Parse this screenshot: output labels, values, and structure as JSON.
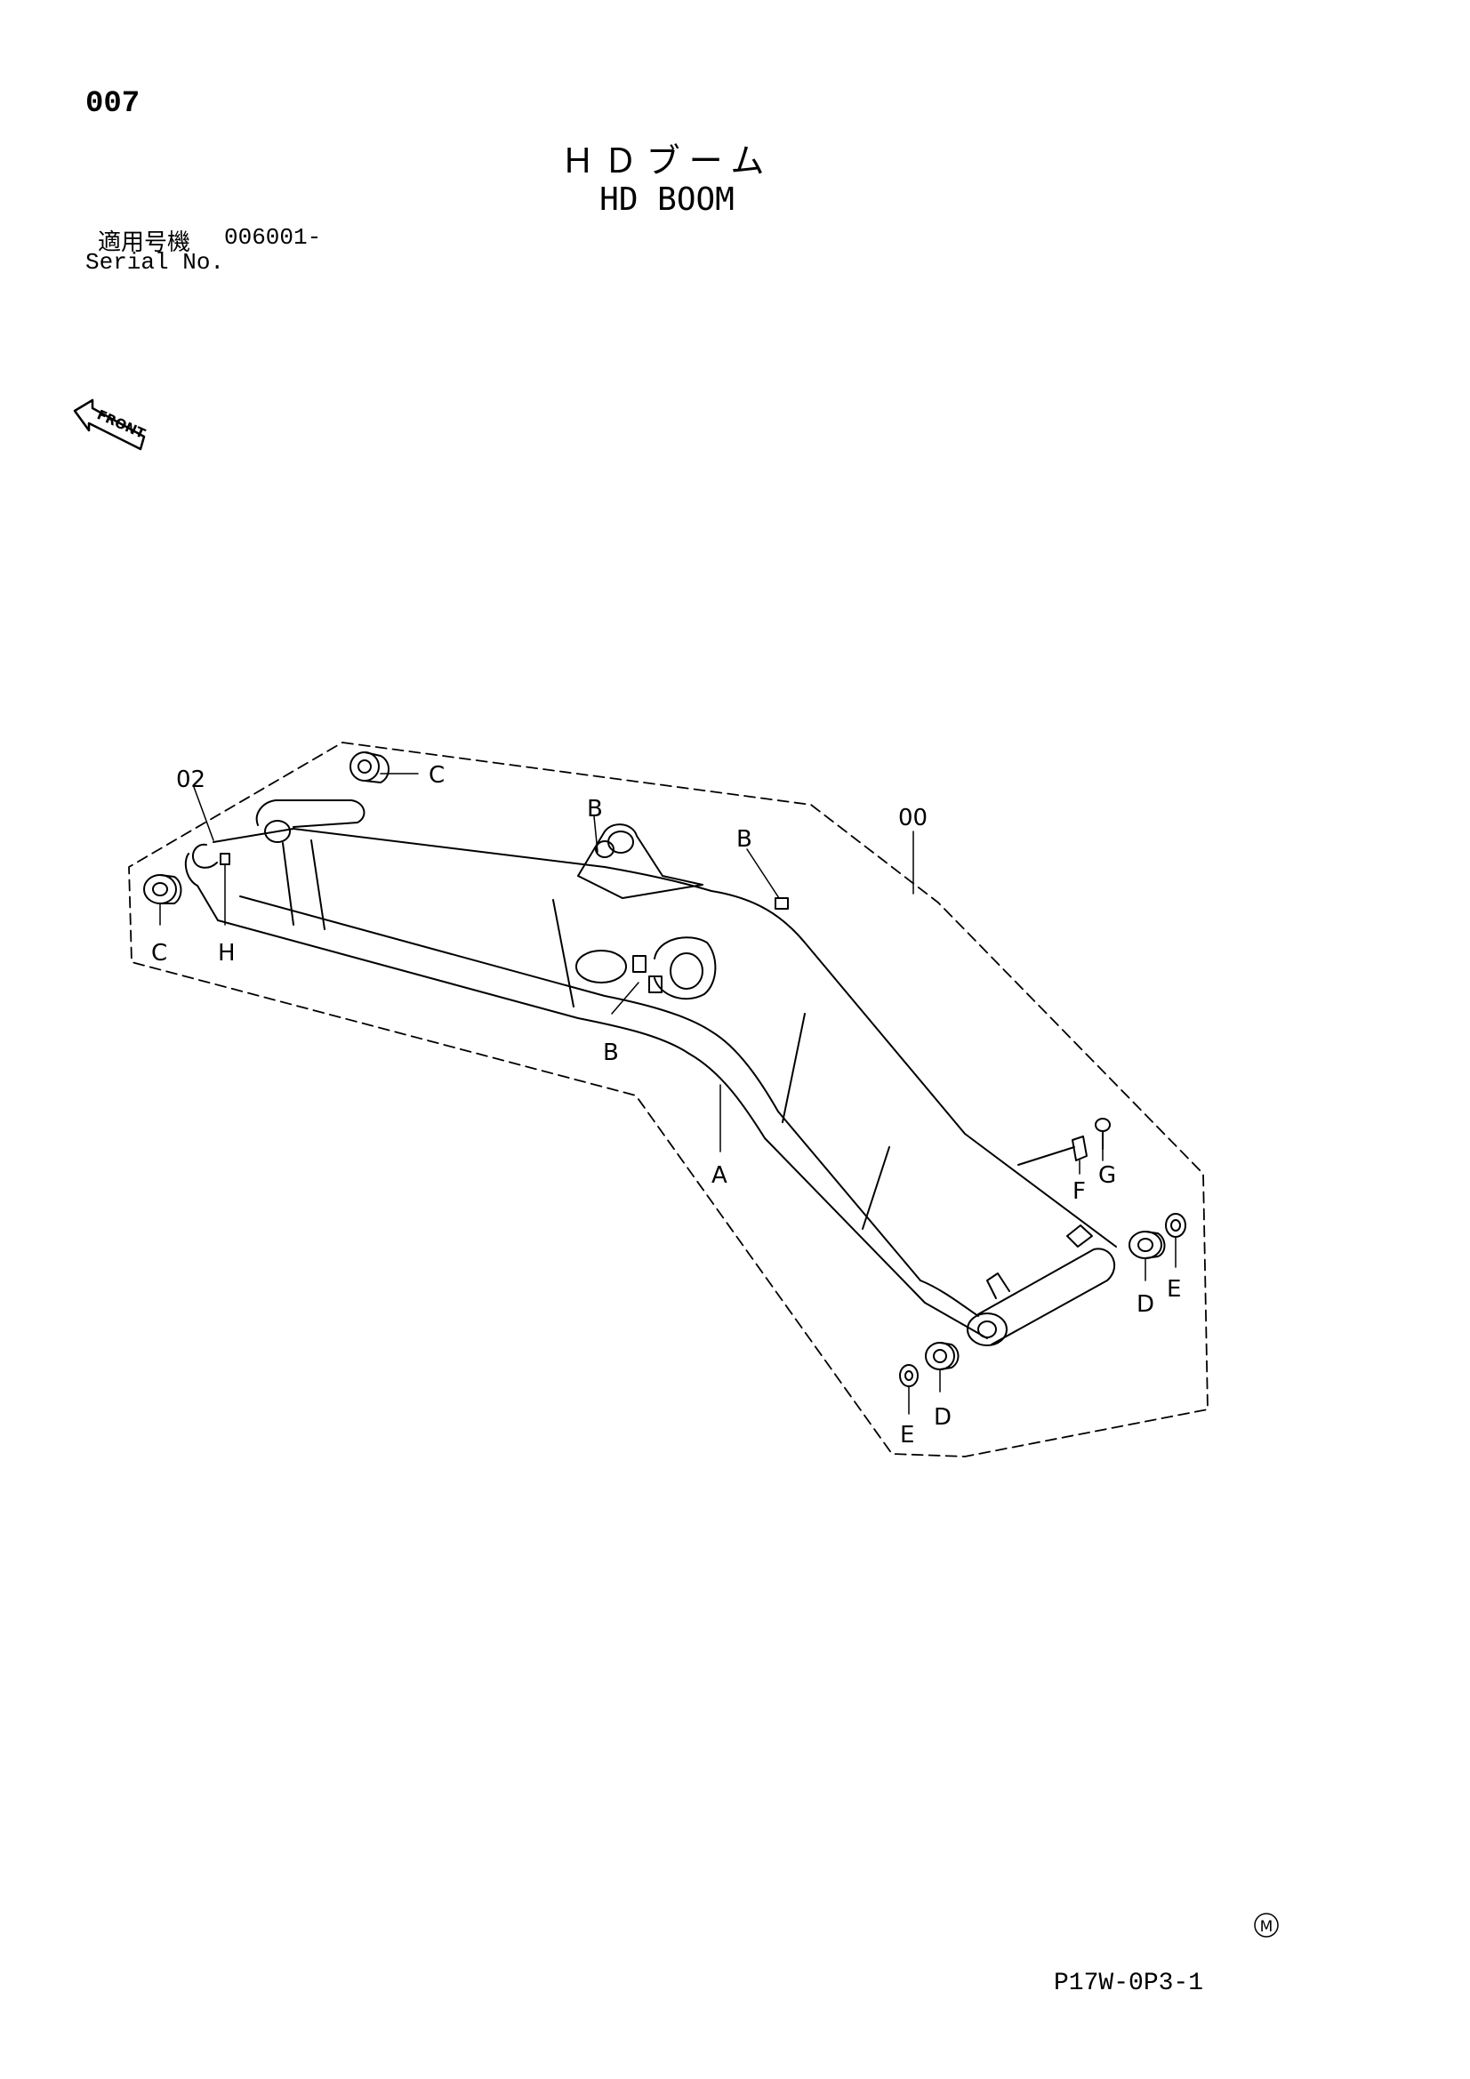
{
  "header": {
    "page_number": "007",
    "title_jp": "ＨＤブーム",
    "title_en": "HD BOOM",
    "serial_label_jp": "適用号機",
    "serial_value": "006001-",
    "serial_label_en": "Serial No."
  },
  "front_arrow": {
    "text": "FRONT"
  },
  "diagram": {
    "labels": {
      "assembly": "00",
      "bracket": "02",
      "boom": "A",
      "b1": "B",
      "b2": "B",
      "b3": "B",
      "c1": "C",
      "c2": "C",
      "d1": "D",
      "d2": "D",
      "e1": "E",
      "e2": "E",
      "f": "F",
      "g": "G",
      "h": "H"
    }
  },
  "footer": {
    "mark": "M",
    "code": "P17W-0P3-1"
  },
  "colors": {
    "ink": "#000000",
    "paper": "#ffffff"
  }
}
